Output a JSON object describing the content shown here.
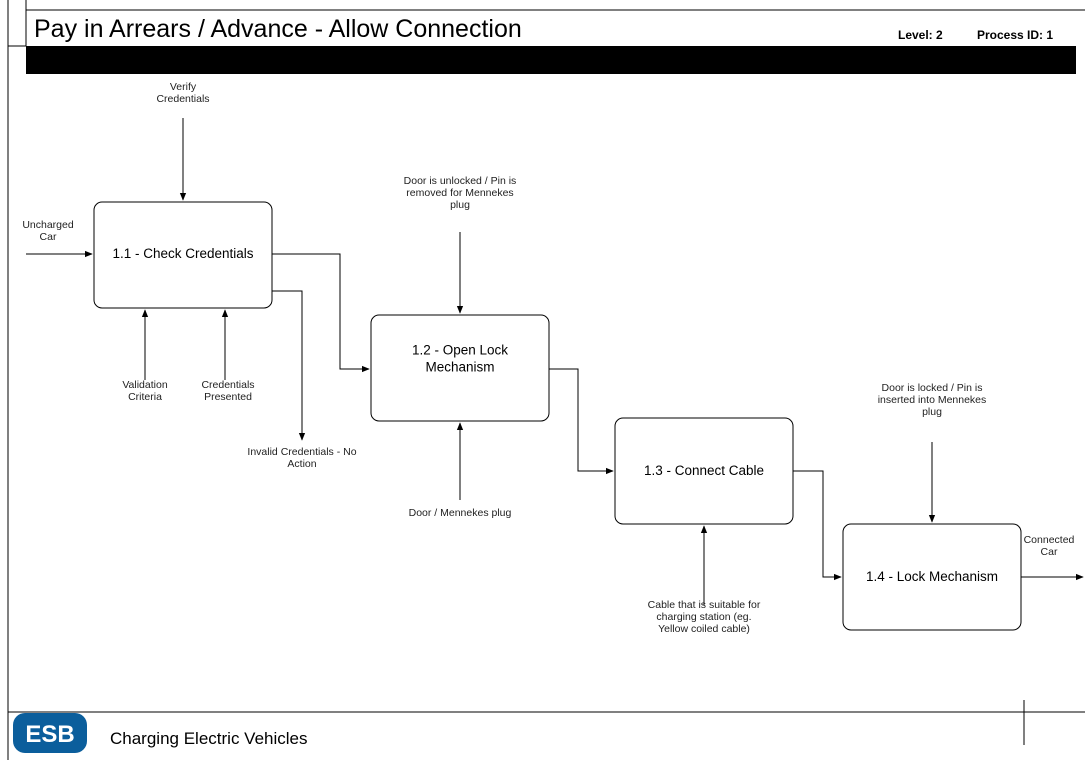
{
  "header": {
    "title": "Pay in Arrears / Advance - Allow Connection",
    "level": "Level: 2",
    "process_id": "Process ID: 1"
  },
  "processes": [
    {
      "id": "p1",
      "label": [
        "1.1 - Check Credentials"
      ]
    },
    {
      "id": "p2",
      "label": [
        "1.2 - Open Lock",
        "Mechanism"
      ]
    },
    {
      "id": "p3",
      "label": [
        "1.3 - Connect Cable"
      ]
    },
    {
      "id": "p4",
      "label": [
        "1.4 - Lock Mechanism"
      ]
    }
  ],
  "labels": {
    "verify_credentials": [
      "Verify",
      "Credentials"
    ],
    "uncharged_car": [
      "Uncharged",
      "Car"
    ],
    "validation_criteria": [
      "Validation",
      "Criteria"
    ],
    "credentials_presented": [
      "Credentials",
      "Presented"
    ],
    "invalid_credentials": [
      "Invalid Credentials - No",
      "Action"
    ],
    "door_unlocked": [
      "Door is unlocked / Pin is",
      "removed for Mennekes",
      "plug"
    ],
    "door_mennekes": [
      "Door / Mennekes plug"
    ],
    "door_locked": [
      "Door is locked / Pin is",
      "inserted into Mennekes",
      "plug"
    ],
    "cable_suitable": [
      "Cable that is suitable for",
      "charging station (eg.",
      "Yellow coiled cable)"
    ],
    "connected_car": [
      "Connected",
      "Car"
    ]
  },
  "footer": {
    "title": "Charging Electric Vehicles",
    "logo_text": "ESB"
  }
}
